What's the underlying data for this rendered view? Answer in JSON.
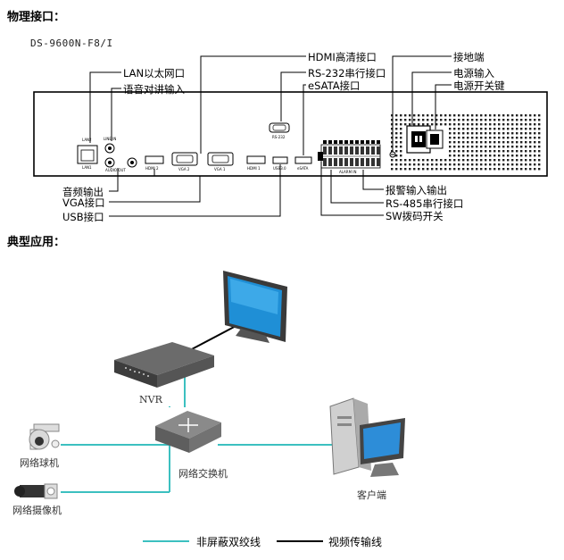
{
  "sections": {
    "physical_title": "物理接口：",
    "model": "DS-9600N-F8/I",
    "typical_title": "典型应用："
  },
  "rear_panel": {
    "callouts_top_left": [
      "LAN以太网口",
      "语音对讲输入"
    ],
    "callouts_top_center": [
      "HDMI高清接口",
      "RS-232串行接口",
      "eSATA接口"
    ],
    "callouts_top_right": [
      "接地端",
      "电源输入",
      "电源开关键"
    ],
    "callouts_bottom_left": [
      "音频输出",
      "VGA接口",
      "USB接口"
    ],
    "callouts_bottom_right": [
      "报警输入输出",
      "RS-485串行接口",
      "SW拨码开关"
    ],
    "port_labels": {
      "lan2": "LAN2",
      "line_in": "LINE IN",
      "lan1": "LAN1",
      "audio_out": "AUDIO OUT",
      "hdmi2": "HDMI 2",
      "vga2": "VGA 2",
      "vga1": "VGA 1",
      "hdmi1": "HDMI 1",
      "usb": "USB3.0",
      "esata": "eSATA",
      "rs232": "RS-232",
      "alarm": "ALARM IN"
    }
  },
  "application": {
    "nvr": "NVR",
    "switch": "网络交换机",
    "dome_camera": "网络球机",
    "box_camera": "网络摄像机",
    "client": "客户端"
  },
  "legend": {
    "network_cable": "非屏蔽双绞线",
    "video_cable": "视频传输线",
    "network_color": "#3cc0c0",
    "video_color": "#000000"
  }
}
